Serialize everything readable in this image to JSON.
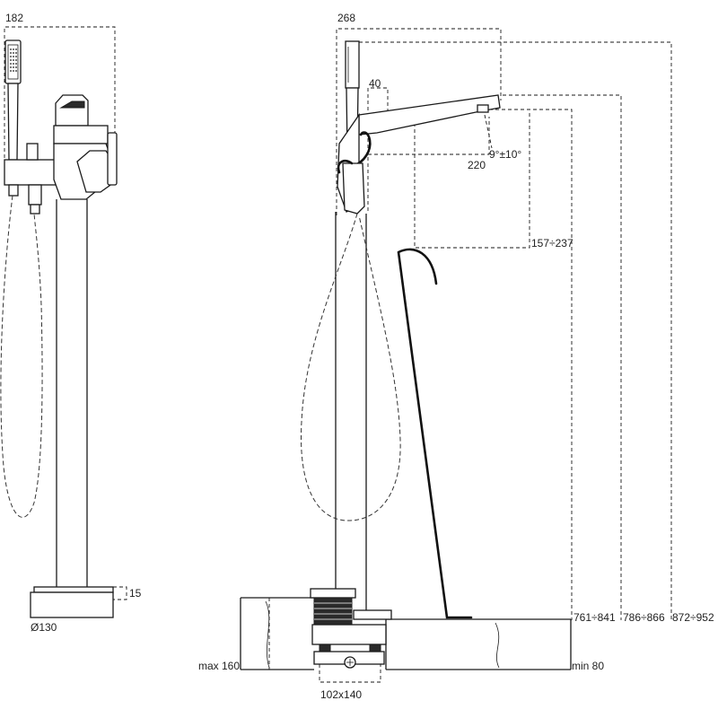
{
  "front_view": {
    "width_label": "182",
    "plate_height_label": "15",
    "base_diameter_label": "Ø130"
  },
  "side_view": {
    "width_label": "268",
    "offset_label": "40",
    "spout_reach_label": "220",
    "spout_angle_label": "9°±10°",
    "spout_drop_label": "157÷237",
    "height_spout_label": "761÷841",
    "height_mixer_label": "786÷866",
    "height_total_label": "872÷952",
    "floor_max_label": "max 160",
    "floor_min_label": "min 80",
    "box_size_label": "102x140"
  }
}
